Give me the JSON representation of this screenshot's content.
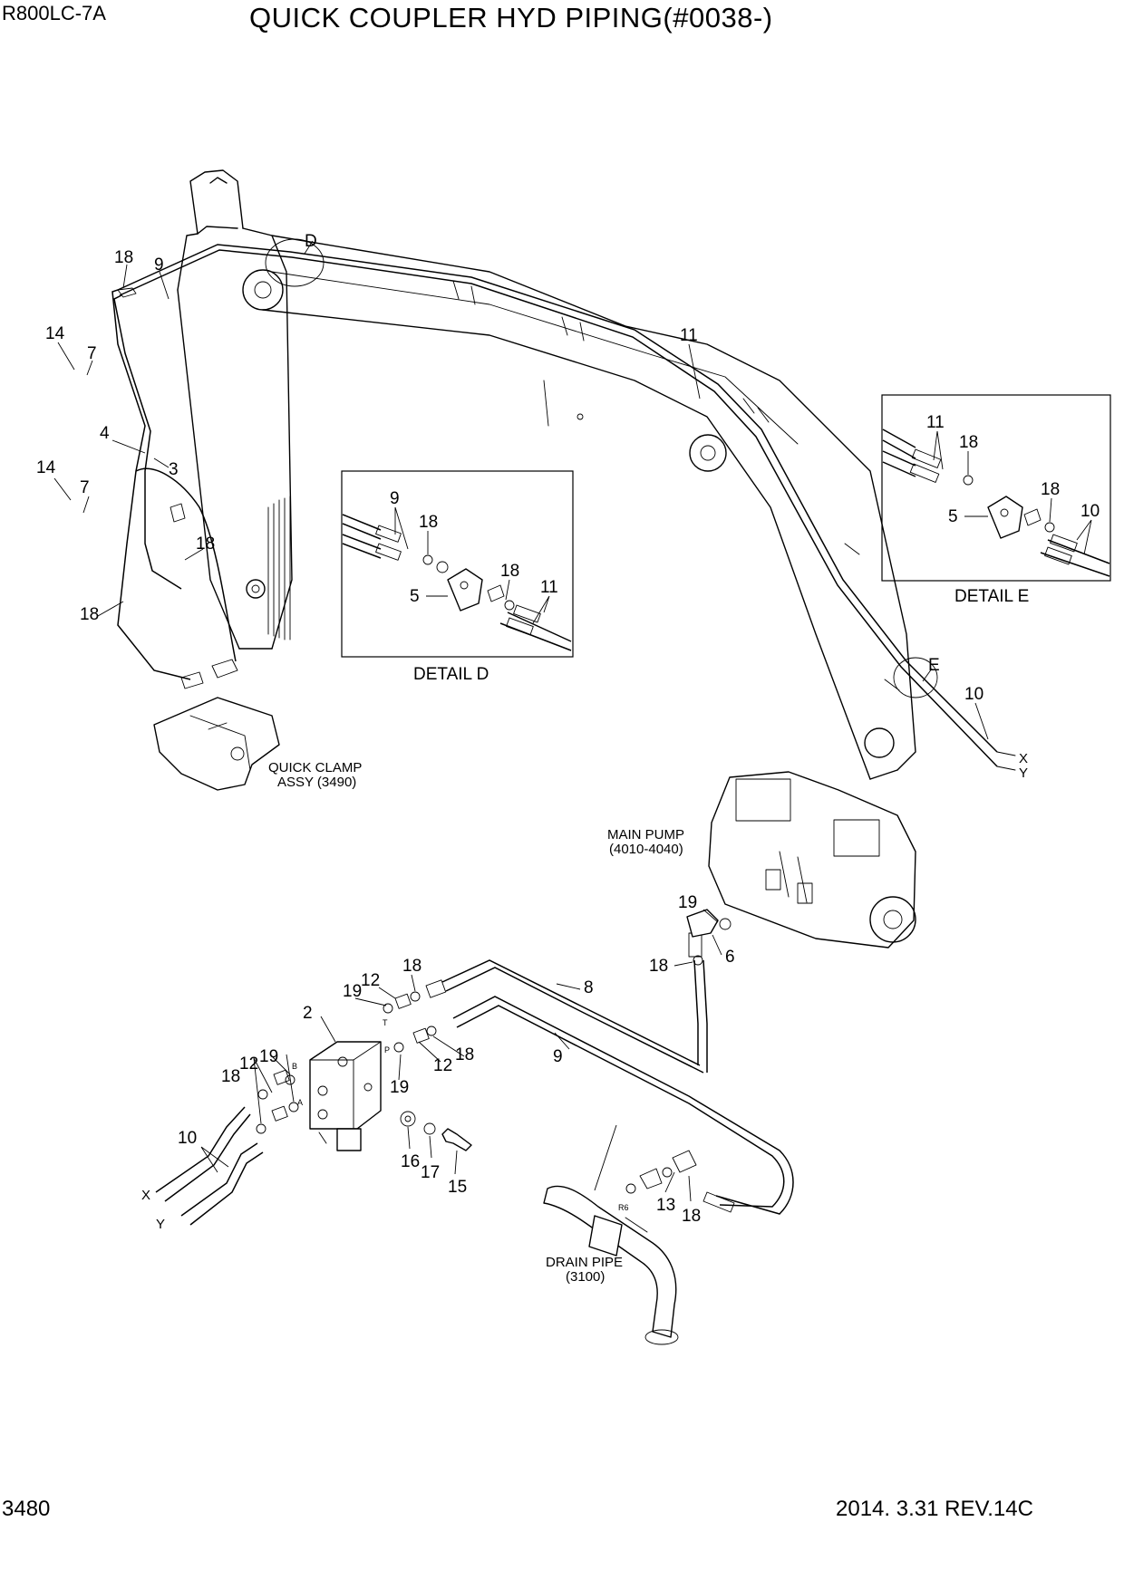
{
  "header": {
    "model": "R800LC-7A",
    "title": "QUICK COUPLER HYD PIPING(#0038-)"
  },
  "footer": {
    "page_number": "3480",
    "revision": "2014. 3.31  REV.14C"
  },
  "details": {
    "d": {
      "caption": "DETAIL  D",
      "callout": "D"
    },
    "e": {
      "caption": "DETAIL  E",
      "callout": "E"
    }
  },
  "references": {
    "quick_clamp": [
      "QUICK CLAMP",
      "ASSY (3490)"
    ],
    "main_pump": [
      "MAIN PUMP",
      "(4010-4040)"
    ],
    "drain_pipe": [
      "DRAIN PIPE",
      "(3100)"
    ]
  },
  "port_marks": {
    "x": "X",
    "y": "Y",
    "t": "T",
    "p": "P",
    "b": "B",
    "a": "A",
    "r6": "R6"
  },
  "part_numbers": {
    "main_18a": "18",
    "main_9": "9",
    "main_14a": "14",
    "main_7a": "7",
    "main_4": "4",
    "main_3": "3",
    "main_14b": "14",
    "main_7b": "7",
    "main_18b": "18",
    "main_18c": "18",
    "main_11": "11",
    "main_10": "10",
    "d_9": "9",
    "d_18a": "18",
    "d_5": "5",
    "d_18b": "18",
    "d_11": "11",
    "e_11": "11",
    "e_18a": "18",
    "e_5": "5",
    "e_18b": "18",
    "e_10": "10",
    "v_2": "2",
    "v_19a": "19",
    "v_12a": "12",
    "v_18a": "18",
    "v_12b": "12",
    "v_18b": "18",
    "v_19b": "19",
    "v_18c": "18",
    "v_12c": "12",
    "v_19c": "19",
    "v_10": "10",
    "v_16": "16",
    "v_17": "17",
    "v_15": "15",
    "v_8": "8",
    "v_9": "9",
    "p_19": "19",
    "p_6": "6",
    "p_18": "18",
    "dr_13": "13",
    "dr_18": "18"
  }
}
